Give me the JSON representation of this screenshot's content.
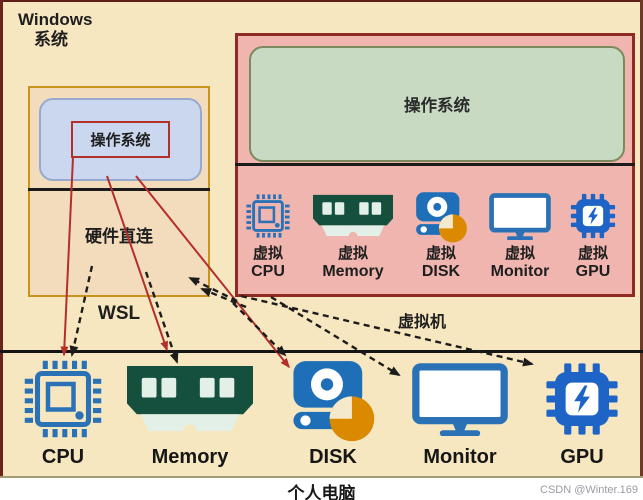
{
  "title": {
    "line1": "Windows",
    "line2": "系统"
  },
  "wsl_panel": {
    "os": "操作系统",
    "direct": "硬件直连",
    "caption": "WSL"
  },
  "vm_panel": {
    "os": "操作系统",
    "caption": "虚拟机",
    "devices": [
      {
        "line1": "虚拟",
        "line2": "CPU",
        "icon": "cpu-icon"
      },
      {
        "line1": "虚拟",
        "line2": "Memory",
        "icon": "memory-icon"
      },
      {
        "line1": "虚拟",
        "line2": "DISK",
        "icon": "disk-icon"
      },
      {
        "line1": "虚拟",
        "line2": "Monitor",
        "icon": "monitor-icon"
      },
      {
        "line1": "虚拟",
        "line2": "GPU",
        "icon": "gpu-icon"
      }
    ]
  },
  "hardware_panel": {
    "caption": "个人电脑",
    "devices": [
      {
        "label": "CPU",
        "icon": "cpu-icon"
      },
      {
        "label": "Memory",
        "icon": "memory-icon"
      },
      {
        "label": "DISK",
        "icon": "disk-icon"
      },
      {
        "label": "Monitor",
        "icon": "monitor-icon"
      },
      {
        "label": "GPU",
        "icon": "gpu-icon"
      }
    ]
  },
  "watermark": "CSDN @Winter.169",
  "colors": {
    "background": "#F7E7C1",
    "wsl_box_fill": "#F3DCBC",
    "wsl_box_border": "#C8941E",
    "os_box_fill": "#CBD7EE",
    "os_box_border": "#96A9CE",
    "red_accent": "#B3302A",
    "vm_box_fill": "#EFB5AE",
    "vm_box_border": "#8E2B24",
    "vm_os_fill": "#C8DAC2",
    "vm_os_border": "#7A8A5E",
    "icon_blue": "#2A72B5",
    "gpu_blue": "#1D64C6",
    "disk_blue": "#1E6FB8",
    "ram_green": "#15503E",
    "pie_orange": "#DB8A00"
  }
}
